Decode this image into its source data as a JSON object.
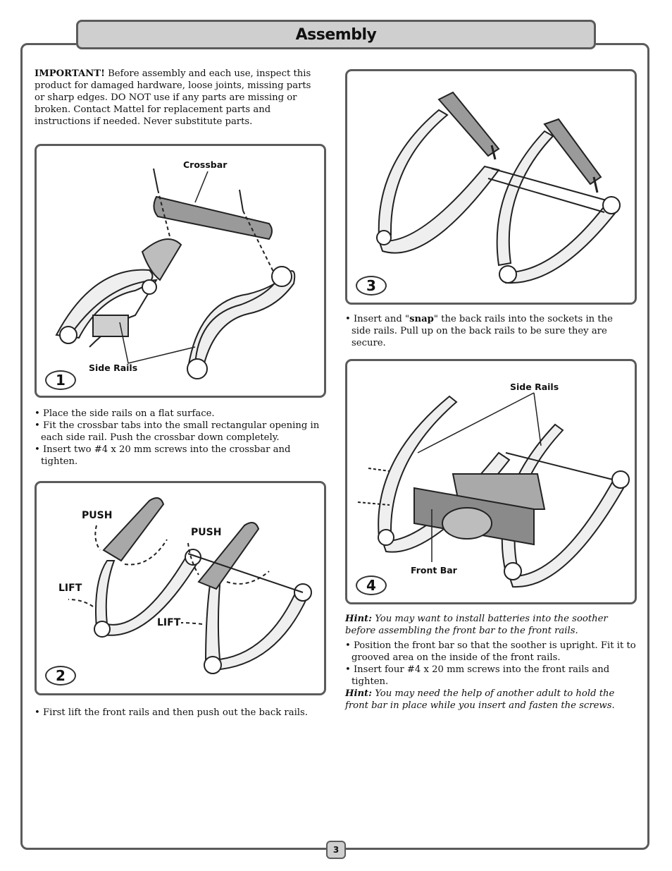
{
  "header": {
    "title": "Assembly"
  },
  "intro": {
    "important_label": "IMPORTANT!",
    "text": " Before assembly and each use, inspect this product for damaged hardware, loose joints, missing parts or sharp edges. DO NOT use if any parts are missing or broken. Contact Mattel for replacement parts and instructions if needed. Never substitute parts."
  },
  "step1": {
    "number": "1",
    "labels": {
      "crossbar": "Crossbar",
      "side_rails": "Side Rails"
    },
    "bullets": [
      "• Place the side rails on a flat surface.",
      "• Fit the crossbar tabs into the small rectangular opening in each side rail. Push the crossbar down completely.",
      "• Insert two #4 x 20 mm screws into the crossbar and tighten."
    ]
  },
  "step2": {
    "number": "2",
    "labels": {
      "push_left": "PUSH",
      "push_right": "PUSH",
      "lift_left": "LIFT",
      "lift_right": "LIFT"
    },
    "bullets": [
      "• First lift the front rails and then push out the back rails."
    ]
  },
  "step3": {
    "number": "3",
    "bullet_pre": "• Insert and \"",
    "bullet_bold": "snap",
    "bullet_post": "\" the back rails into the sockets in the side rails. Pull up on the back rails to be sure they are secure."
  },
  "step4": {
    "number": "4",
    "labels": {
      "side_rails": "Side Rails",
      "front_bar": "Front Bar"
    },
    "hint1_label": "Hint:",
    "hint1_text": " You may want to install batteries into the soother before assembling the front bar to the front rails.",
    "bullets": [
      "• Position the front bar so that the soother is upright. Fit it to grooved area on the inside of the front rails.",
      "• Insert four #4 x 20 mm screws into the front rails and tighten."
    ],
    "hint2_label": "Hint:",
    "hint2_text": " You may need the help of another adult to hold the front bar in place while you insert and fasten the screws."
  },
  "footer": {
    "page_number": "3"
  }
}
